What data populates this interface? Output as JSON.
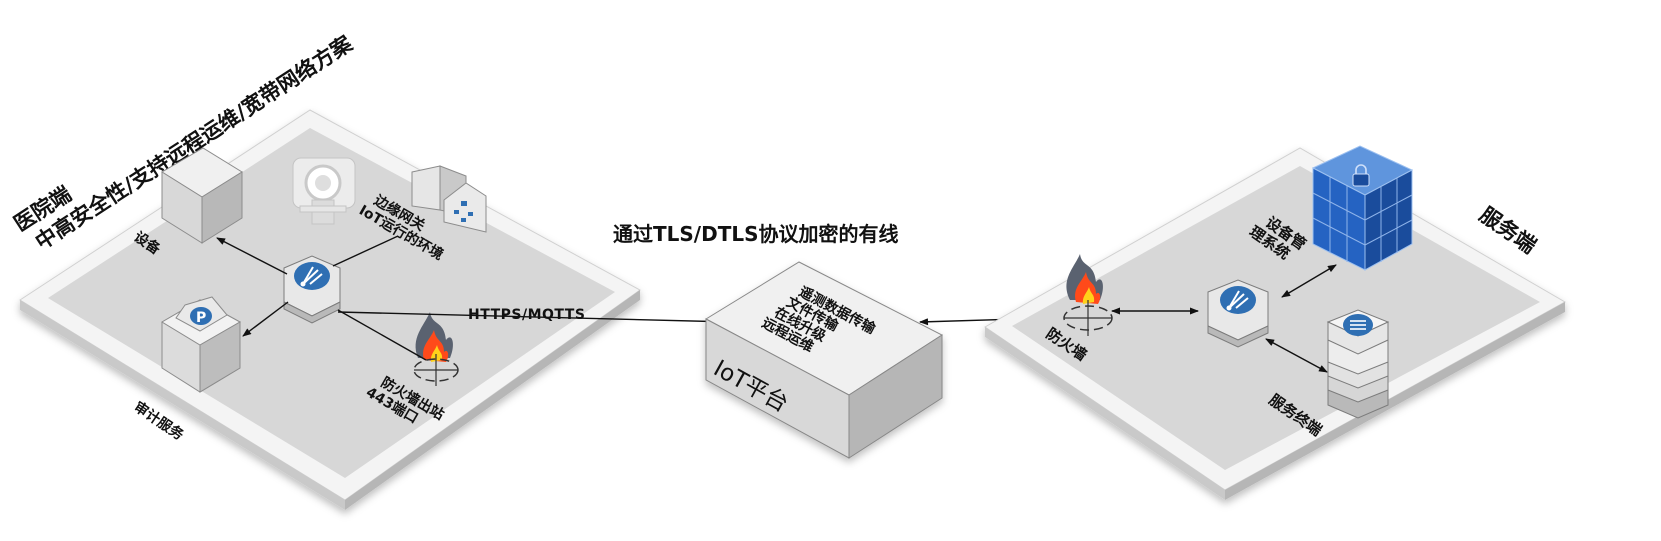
{
  "hospital": {
    "title_line1": "医院端",
    "title_line2": "中高安全性/支持远程运维/宽带网络方案",
    "device_label": "设备",
    "audit_label": "审计服务",
    "gateway_label_line1": "边缘网关",
    "gateway_label_line2": "IoT运行的环境",
    "firewall_label_line1": "防火墙出站",
    "firewall_label_line2": "443端口",
    "protocol_label": "HTTPS/MQTTS"
  },
  "center": {
    "channel_label": "通过TLS/DTLS协议加密的有线",
    "platform_name": "IoT平台",
    "features": [
      "遥测数据传输",
      "文件传输",
      "在线升级",
      "远程运维"
    ]
  },
  "server": {
    "title": "服务端",
    "firewall_label": "防火墙",
    "device_mgmt_line1": "设备管",
    "device_mgmt_line2": "理系统",
    "terminal_label": "服务终端"
  },
  "colors": {
    "platform_outer": "#f4f4f4",
    "platform_inner": "#d7d7d7",
    "box_top": "#f0f0f0",
    "box_left": "#d8d8d8",
    "box_right": "#b8b8b8",
    "hub_blue": "#2f6fb3",
    "cube_blue": "#2563c2",
    "flame_orange": "#ff4a1a",
    "flame_grey": "#5a6270"
  }
}
